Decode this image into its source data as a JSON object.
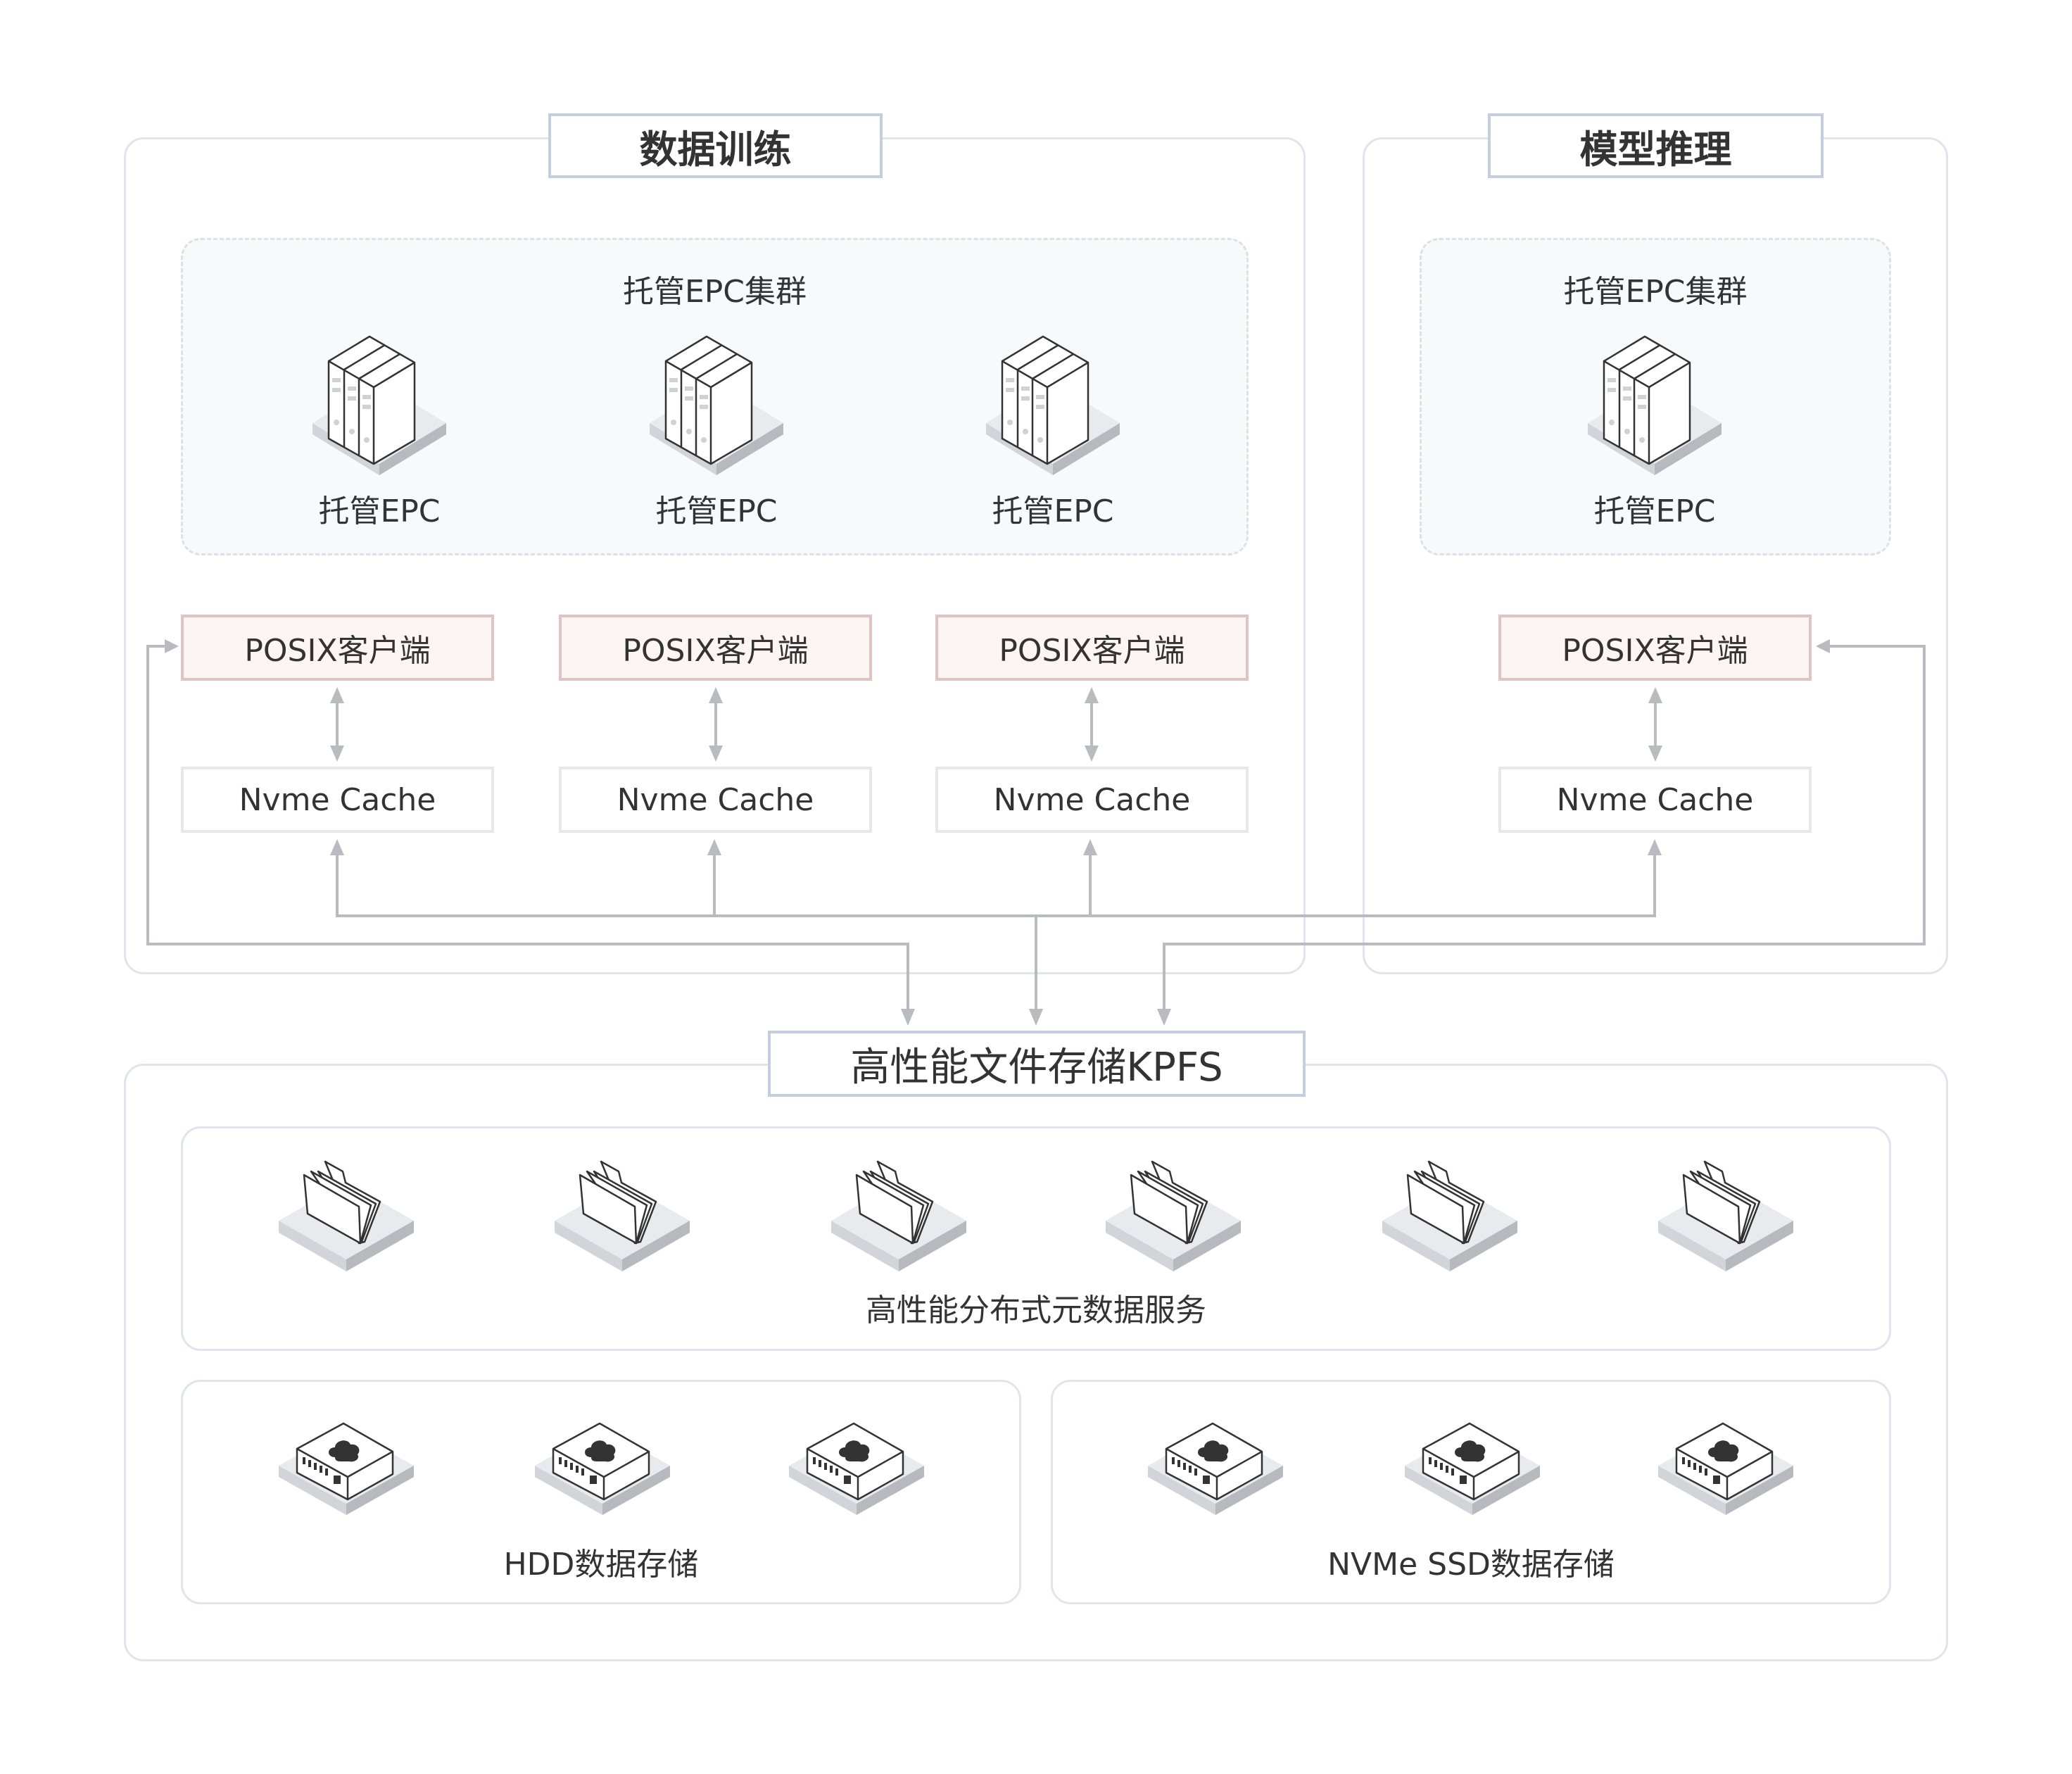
{
  "training": {
    "title": "数据训练",
    "cluster_label": "托管EPC集群",
    "nodes": [
      {
        "label": "托管EPC",
        "icon": "server-rack-icon"
      },
      {
        "label": "托管EPC",
        "icon": "server-rack-icon"
      },
      {
        "label": "托管EPC",
        "icon": "server-rack-icon"
      }
    ],
    "clients": [
      {
        "posix": "POSIX客户端",
        "cache": "Nvme Cache"
      },
      {
        "posix": "POSIX客户端",
        "cache": "Nvme Cache"
      },
      {
        "posix": "POSIX客户端",
        "cache": "Nvme Cache"
      }
    ]
  },
  "inference": {
    "title": "模型推理",
    "cluster_label": "托管EPC集群",
    "nodes": [
      {
        "label": "托管EPC",
        "icon": "server-rack-icon"
      }
    ],
    "clients": [
      {
        "posix": "POSIX客户端",
        "cache": "Nvme Cache"
      }
    ]
  },
  "storage": {
    "title": "高性能文件存储KPFS",
    "metadata": {
      "label": "高性能分布式元数据服务",
      "icon": "folder-stack-icon",
      "icon_count": 6
    },
    "hdd": {
      "label": "HDD数据存储",
      "icon": "cloud-storage-device-icon",
      "icon_count": 3
    },
    "nvme_ssd": {
      "label": "NVMe SSD数据存储",
      "icon": "cloud-storage-device-icon",
      "icon_count": 3
    }
  },
  "colors": {
    "posix_fill": "#fdf5f4",
    "posix_border": "#e0c4c4",
    "connector": "#b9bbc1",
    "panel_border": "#e1e4ef",
    "title_border": "#c6cde0",
    "text": "#333333"
  }
}
